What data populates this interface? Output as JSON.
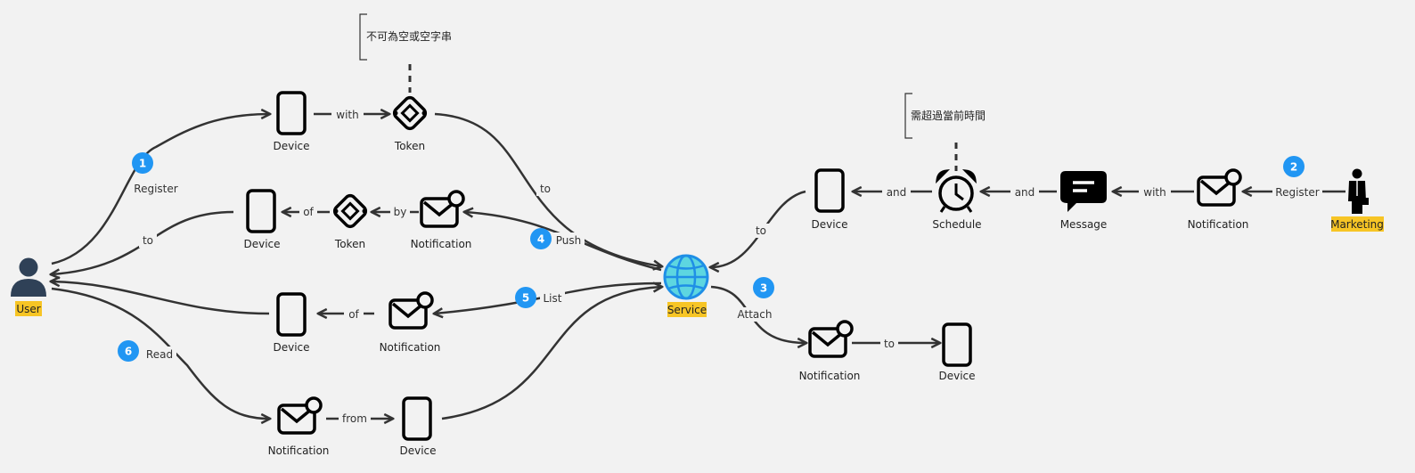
{
  "nodes": {
    "user": "User",
    "service": "Service",
    "marketing": "Marketing",
    "device": "Device",
    "token": "Token",
    "notification": "Notification",
    "schedule": "Schedule",
    "message": "Message"
  },
  "notes": {
    "token_note": "不可為空或空字串",
    "schedule_note": "需超過當前時間"
  },
  "edges": {
    "register": "Register",
    "with": "with",
    "to": "to",
    "of": "of",
    "by": "by",
    "push": "Push",
    "list": "List",
    "read": "Read",
    "from": "from",
    "attach": "Attach",
    "and": "and"
  },
  "steps": [
    "1",
    "2",
    "3",
    "4",
    "5",
    "6"
  ],
  "colors": {
    "step_badge": "#2196f3",
    "highlight": "#f7c525",
    "user": "#2f4157",
    "service": "#1f8fe6"
  }
}
